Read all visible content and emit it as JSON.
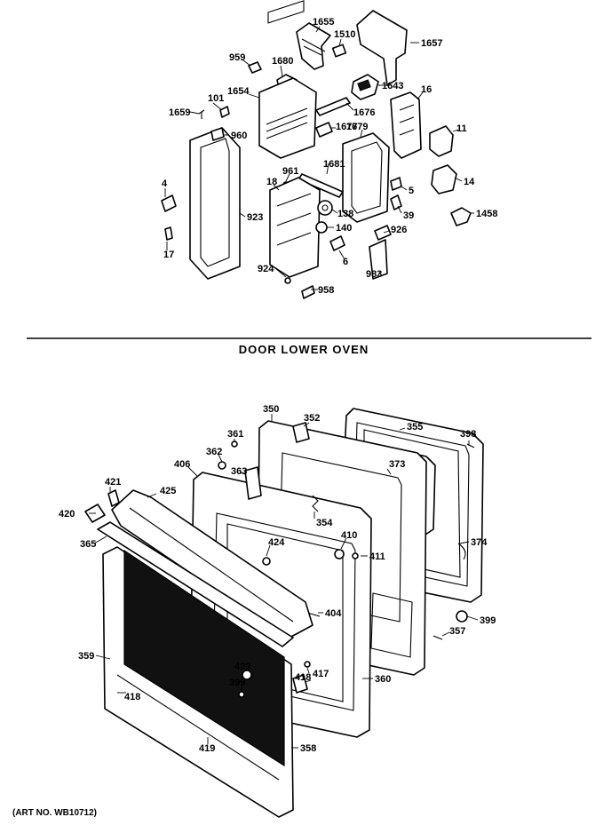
{
  "section_title": "DOOR LOWER OVEN",
  "art_number": "(ART NO. WB10712)",
  "callouts": {
    "c1655": "1655",
    "c1510": "1510",
    "c1657": "1657",
    "c959": "959",
    "c1680": "1680",
    "c1643": "1643",
    "c16": "16",
    "c11": "11",
    "c101": "101",
    "c1654": "1654",
    "c1676": "1676",
    "c1659": "1659",
    "c960": "960",
    "c1677": "1677",
    "c1679": "1679",
    "c961": "961",
    "c1681": "1681",
    "c5": "5",
    "c14": "14",
    "c4": "4",
    "c18": "18",
    "c923": "923",
    "c138": "138",
    "c39": "39",
    "c1458": "1458",
    "c140": "140",
    "c926": "926",
    "c17": "17",
    "c6": "6",
    "c924": "924",
    "c983": "983",
    "c958": "958",
    "c350": "350",
    "c352": "352",
    "c355": "355",
    "c398": "398",
    "c361": "361",
    "c362": "362",
    "c373": "373",
    "c406": "406",
    "c363": "363",
    "c421": "421",
    "c425": "425",
    "c354": "354",
    "c420": "420",
    "c410": "410",
    "c374": "374",
    "c365": "365",
    "c424": "424",
    "c411": "411",
    "c404": "404",
    "c399a": "399",
    "c357": "357",
    "c359": "359",
    "c422": "422",
    "c417": "417",
    "c399b": "399",
    "c418a": "418",
    "c418b": "418",
    "c360": "360",
    "c419": "419",
    "c358": "358"
  }
}
